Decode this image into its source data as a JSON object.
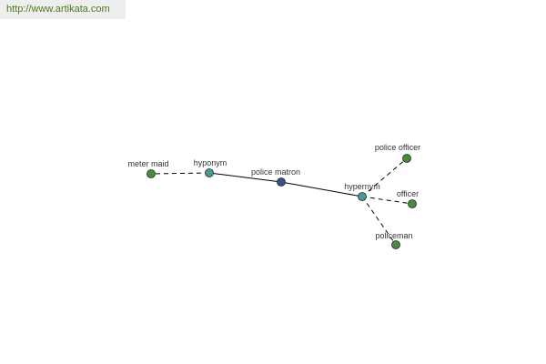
{
  "header": {
    "url": "http://www.artikata.com"
  },
  "colors": {
    "center_node": "#3b4f8c",
    "relation_node": "#4a9a94",
    "word_node": "#4a8a3c",
    "edge": "#000000"
  },
  "graph": {
    "nodes": [
      {
        "id": "police-matron",
        "label": "police matron",
        "kind": "center"
      },
      {
        "id": "hyponym",
        "label": "hyponym",
        "kind": "relation"
      },
      {
        "id": "hypernym",
        "label": "hypernym",
        "kind": "relation"
      },
      {
        "id": "meter-maid",
        "label": "meter maid",
        "kind": "word"
      },
      {
        "id": "police-officer",
        "label": "police officer",
        "kind": "word"
      },
      {
        "id": "officer",
        "label": "officer",
        "kind": "word"
      },
      {
        "id": "policeman",
        "label": "policeman",
        "kind": "word"
      }
    ],
    "edges": [
      {
        "from": "police-matron",
        "to": "hyponym",
        "style": "solid"
      },
      {
        "from": "police-matron",
        "to": "hypernym",
        "style": "solid"
      },
      {
        "from": "hyponym",
        "to": "meter-maid",
        "style": "dashed"
      },
      {
        "from": "hypernym",
        "to": "police-officer",
        "style": "dashed"
      },
      {
        "from": "hypernym",
        "to": "officer",
        "style": "dashed"
      },
      {
        "from": "hypernym",
        "to": "policeman",
        "style": "dashed"
      }
    ]
  }
}
